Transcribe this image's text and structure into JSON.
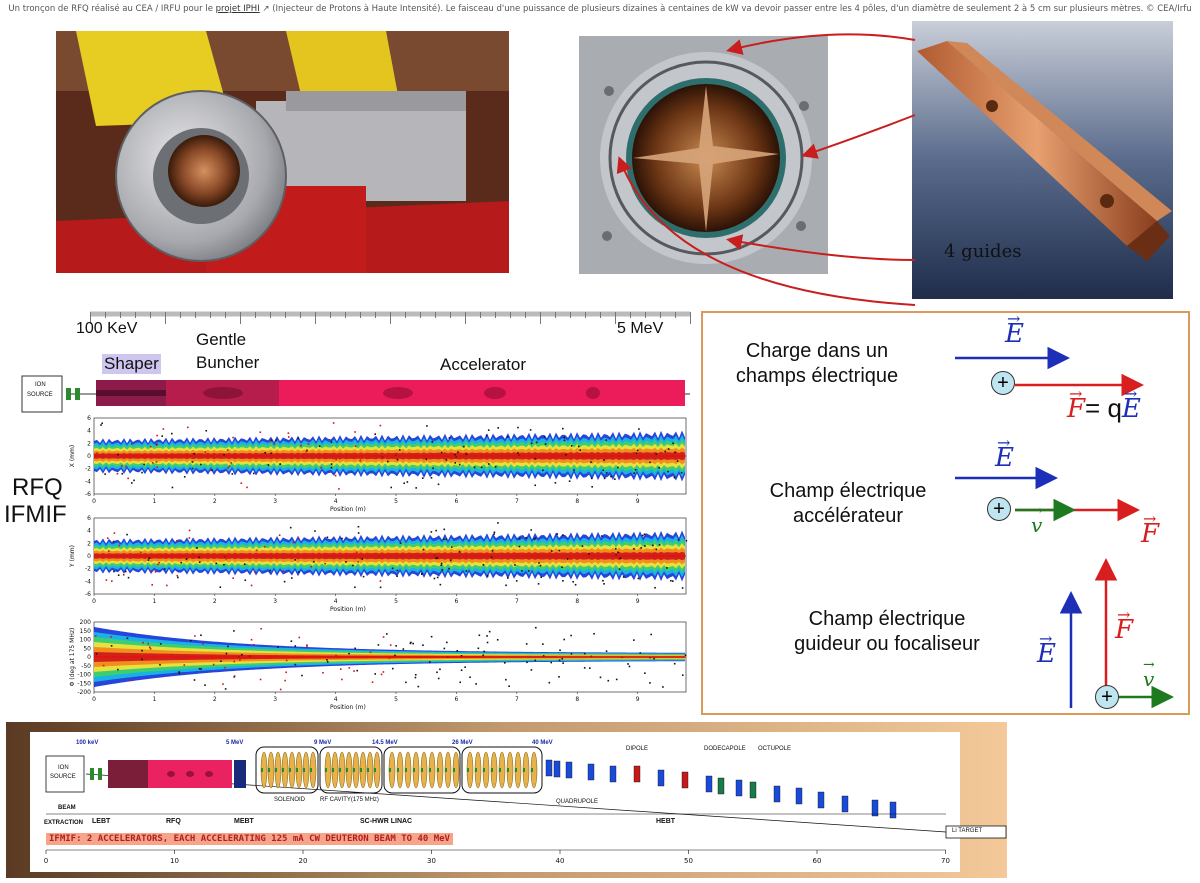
{
  "caption": {
    "prefix": "Un tronçon de RFQ réalisé au CEA / IRFU pour le",
    "link": "projet IPHI",
    "suffix": "(Injecteur de Protons à Haute Intensité). Le faisceau d'une puissance de plusieurs dizaines à centaines de kW va devoir passer entre les 4 pôles, d'un diamètre de seulement 2 à 5 cm sur plusieurs mètres. © CEA/Irfu"
  },
  "photos": {
    "guides_label": "4 guides"
  },
  "rfq_schematic": {
    "energy_start": "100 KeV",
    "energy_end": "5 MeV",
    "section_shaper": "Shaper",
    "section_buncher_line1": "Gentle",
    "section_buncher_line2": "Buncher",
    "section_accelerator": "Accelerator",
    "ion_source_line1": "ION",
    "ion_source_line2": "SOURCE",
    "side_title_line1": "RFQ",
    "side_title_line2": "IFMIF"
  },
  "plots": [
    {
      "ylabel": "X (mm)",
      "xlabel": "Position (m)",
      "yticks": [
        "6",
        "4",
        "2",
        "0",
        "-2",
        "-4",
        "-6"
      ],
      "xticks": [
        "0",
        "1",
        "2",
        "3",
        "4",
        "5",
        "6",
        "7",
        "8",
        "9"
      ]
    },
    {
      "ylabel": "Y (mm)",
      "xlabel": "Position (m)",
      "yticks": [
        "6",
        "4",
        "2",
        "0",
        "-2",
        "-4",
        "-6"
      ],
      "xticks": [
        "0",
        "1",
        "2",
        "3",
        "4",
        "5",
        "6",
        "7",
        "8",
        "9"
      ]
    },
    {
      "ylabel": "Φ (deg at 175 MHz)",
      "xlabel": "Position (m)",
      "yticks": [
        "200",
        "150",
        "100",
        "50",
        "0",
        "-50",
        "-100",
        "-150",
        "-200"
      ],
      "xticks": [
        "0",
        "1",
        "2",
        "3",
        "4",
        "5",
        "6",
        "7",
        "8",
        "9"
      ]
    }
  ],
  "physics": {
    "case1_line1": "Charge dans un",
    "case1_line2": "champs électrique",
    "case2_line1": "Champ électrique",
    "case2_line2": "accélérateur",
    "case3_line1": "Champ électrique",
    "case3_line2": "guideur ou focaliseur",
    "sym_E": "E",
    "sym_F": "F",
    "sym_v": "v",
    "formula": "= q",
    "plus": "+"
  },
  "linac": {
    "energies": [
      "100 keV",
      "5 MeV",
      "9 MeV",
      "14.5 MeV",
      "26 MeV",
      "40 MeV"
    ],
    "ion_source_line1": "ION",
    "ion_source_line2": "SOURCE",
    "beam_extraction_line1": "BEAM",
    "beam_extraction_line2": "EXTRACTION",
    "section_labels": [
      "LEBT",
      "RFQ",
      "MEBT",
      "SC-HWR LINAC",
      "HEBT"
    ],
    "component_labels": {
      "solenoid": "SOLENOID",
      "rf_cavity": "RF CAVITY(175 MHz)",
      "quadrupole": "QUADRUPOLE",
      "dipole": "DIPOLE",
      "dodecapole": "DODECAPOLE",
      "octupole": "OCTUPOLE",
      "target": "Li TARGET"
    },
    "banner": "IFMIF: 2 ACCELERATORS, EACH ACCELERATING 125 mA CW DEUTERON BEAM TO 40 MeV",
    "axis_ticks": [
      "0",
      "10",
      "20",
      "30",
      "40",
      "50",
      "60",
      "70"
    ]
  }
}
